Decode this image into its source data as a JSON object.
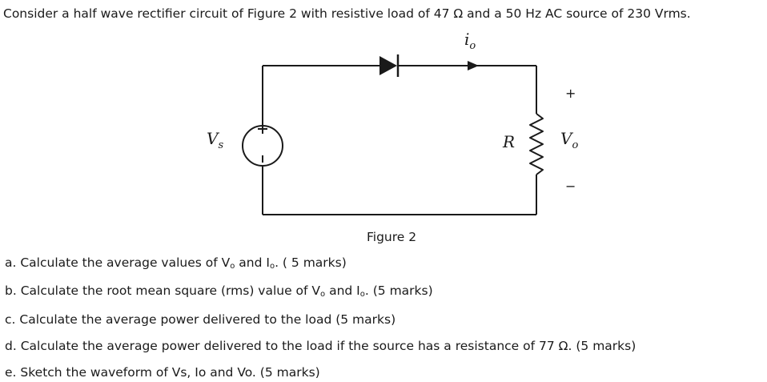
{
  "problem": {
    "intro": "Consider a half wave rectifier circuit of Figure 2 with resistive load of 47 Ω and a 50 Hz AC source of 230 Vrms."
  },
  "figure": {
    "caption": "Figure 2",
    "labels": {
      "current": "i",
      "current_sub": "o",
      "source": "V",
      "source_sub": "s",
      "resistor": "R",
      "output": "V",
      "output_sub": "o",
      "plus": "+",
      "minus": "−"
    }
  },
  "questions": [
    {
      "pre": "a. Calculate the average values of V",
      "sub1": "o",
      "mid": " and I",
      "sub2": "o",
      "post": ". ( 5 marks)"
    },
    {
      "pre": "b. Calculate the root mean square (rms) value of V",
      "sub1": "o",
      "mid": " and I",
      "sub2": "o",
      "post": ". (5 marks)"
    },
    {
      "text": "c. Calculate the average power delivered to the load (5 marks)"
    },
    {
      "text": "d. Calculate the average power delivered to the load if the source has a resistance of 77 Ω. (5 marks)"
    },
    {
      "text": "e. Sketch the waveform of Vs, Io and Vo. (5 marks)"
    }
  ]
}
